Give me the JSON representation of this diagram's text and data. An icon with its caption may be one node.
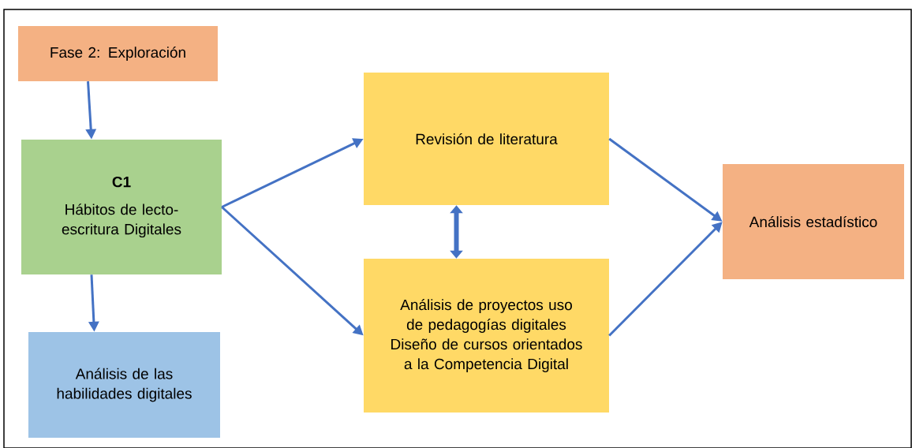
{
  "diagram": {
    "nodes": [
      {
        "text": [
          "Fase 2: Exploración"
        ]
      },
      {
        "text": [
          "C1",
          "Hábitos de lecto-escritura Digitales"
        ]
      },
      {
        "text": [
          "Análisis de las habilidades digitales"
        ]
      },
      {
        "text": [
          "Revisión de literatura"
        ]
      },
      {
        "text": [
          "Análisis de proyectos uso de pedagogías digitales",
          "Diseño de cursos orientados a la Competencia Digital"
        ]
      },
      {
        "text": [
          "Análisis estadístico"
        ]
      }
    ],
    "edges": [
      {
        "from": 0,
        "to": 1,
        "arrow": "to"
      },
      {
        "from": 1,
        "to": 2,
        "arrow": "to"
      },
      {
        "from": 1,
        "to": 3,
        "arrow": "to"
      },
      {
        "from": 1,
        "to": 4,
        "arrow": "to"
      },
      {
        "from": 3,
        "to": 4,
        "arrow": "both",
        "style": "thick"
      },
      {
        "from": 3,
        "to": 5,
        "arrow": "to"
      },
      {
        "from": 4,
        "to": 5,
        "arrow": "to"
      }
    ]
  }
}
